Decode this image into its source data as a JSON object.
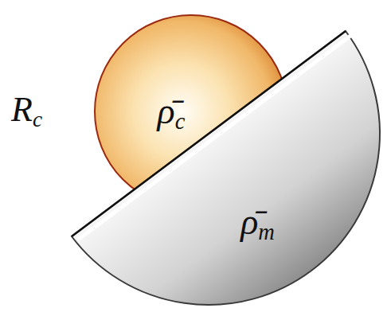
{
  "diagram": {
    "nodes": [
      {
        "text": [
          "ρ̄c"
        ]
      },
      {
        "text": [
          "ρ̄m"
        ]
      }
    ],
    "labels": [
      "Rc"
    ]
  }
}
